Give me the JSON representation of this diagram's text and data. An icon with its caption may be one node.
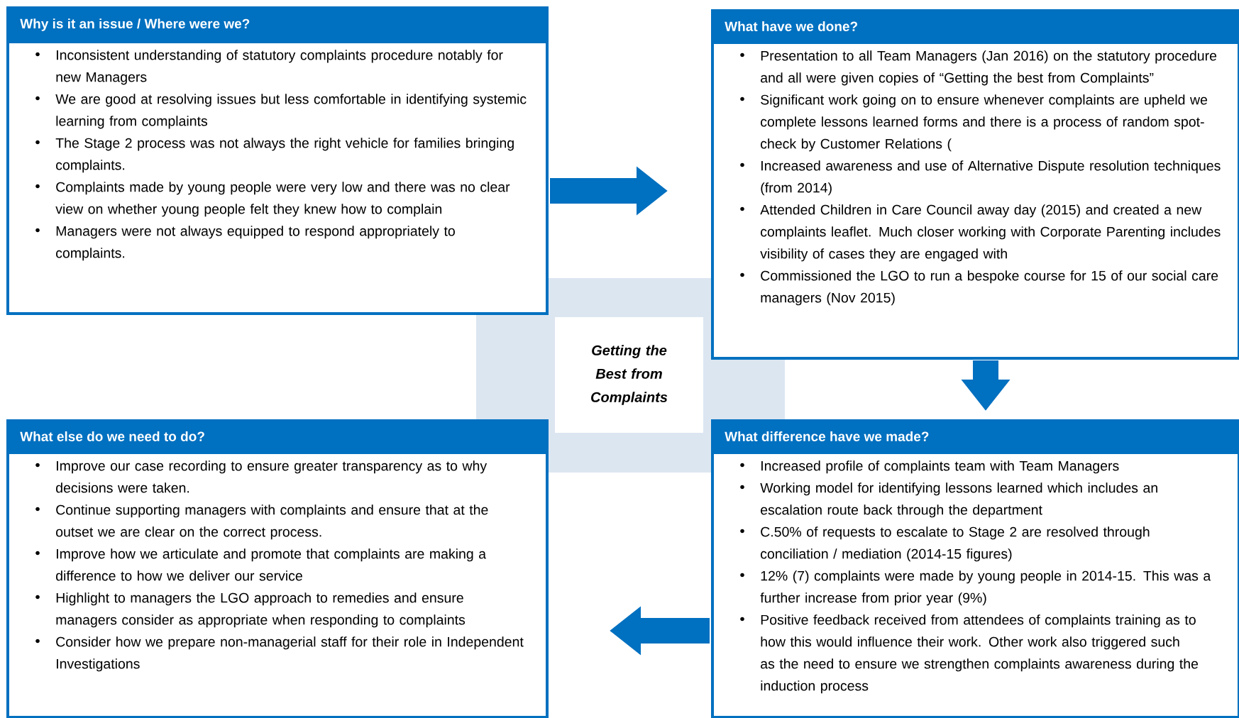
{
  "diagram": {
    "nodes": [
      {
        "text": [
          "Why is it an issue / Where were we?",
          "Inconsistent understanding of statutory complaints procedure notably for new Managers",
          "We are good at resolving issues but less comfortable in identifying systemic learning from complaints",
          "The Stage 2 process was not always the right vehicle for families bringing complaints.",
          "Complaints made by young people were very low and there was no clear view on whether young people felt they knew how to complain",
          "Managers were not always equipped to respond appropriately to complaints."
        ]
      },
      {
        "text": [
          "What have we done?",
          "Presentation to all Team Managers (Jan 2016) on the statutory procedure and all were given copies of “Getting the best from Complaints”",
          "Significant work going on to ensure whenever complaints are upheld we complete lessons learned forms and there is a process of random spot-check by Customer Relations (",
          "Increased awareness and use of Alternative Dispute resolution techniques (from 2014)",
          "Attended Children in Care Council away day (2015) and created a new complaints leaflet. Much closer working with Corporate Parenting includes visibility of cases they are engaged with",
          "Commissioned the LGO to run a bespoke course for 15 of our social care managers (Nov 2015)"
        ]
      },
      {
        "text": [
          "Getting the Best from Complaints"
        ]
      },
      {
        "text": [
          "What else do we need to do?",
          "Improve our case recording to ensure greater transparency as to why decisions were taken.",
          "Continue supporting managers with complaints and ensure that at the outset we are clear on the correct process.",
          "Improve how we articulate and promote that complaints are making a difference to how we deliver our service",
          "Highlight to managers the LGO approach to remedies and ensure managers consider as appropriate when responding to complaints",
          "Consider how we prepare non-managerial staff for their role in Independent Investigations"
        ]
      },
      {
        "text": [
          "What difference have we made?",
          "Increased profile of complaints team with Team Managers",
          "Working model for identifying lessons learned which includes an escalation route back through the department",
          "C.50% of requests to escalate to Stage 2 are resolved through conciliation / mediation (2014-15 figures)",
          "12% (7) complaints were made by young people in 2014-15. This was a further increase from prior year (9%)",
          "Positive feedback received from attendees of complaints training as to how this would influence their work. Other work also triggered such as the need to ensure we strengthen complaints awareness during the induction process"
        ]
      }
    ],
    "edges": [
      {
        "from": 0,
        "to": 1,
        "arrow": "to"
      },
      {
        "from": 1,
        "to": 4,
        "arrow": "to"
      },
      {
        "from": 4,
        "to": 3,
        "arrow": "to"
      }
    ]
  }
}
